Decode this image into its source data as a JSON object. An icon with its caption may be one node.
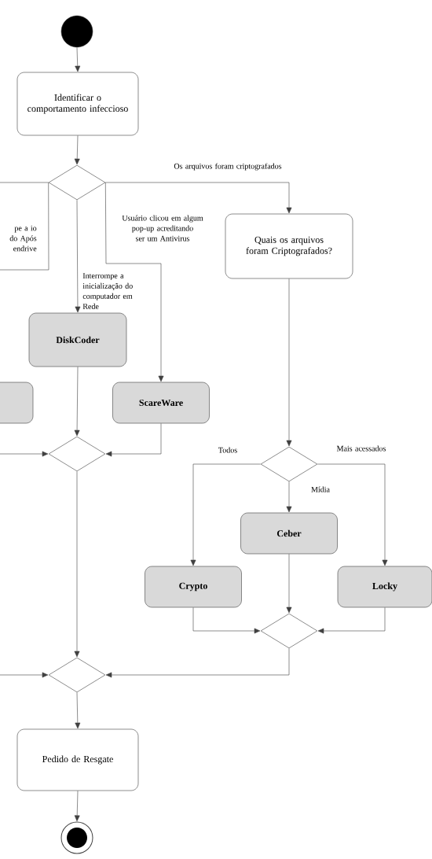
{
  "diagram": {
    "nodes": [
      {
        "text": [],
        "shape": "circle"
      },
      {
        "text": [
          "Identificar o comportamento infeccioso"
        ]
      },
      {
        "text": [],
        "shape": "diamond"
      },
      {
        "text": [
          "Quais os arquivos foram Criptografados?"
        ]
      },
      {
        "text": [
          "DiskCoder"
        ]
      },
      {
        "text": [],
        "shape": "box"
      },
      {
        "text": [
          "ScareWare"
        ]
      },
      {
        "text": [],
        "shape": "diamond"
      },
      {
        "text": [],
        "shape": "diamond"
      },
      {
        "text": [
          "Ceber"
        ]
      },
      {
        "text": [
          "Crypto"
        ]
      },
      {
        "text": [
          "Locky"
        ]
      },
      {
        "text": [],
        "shape": "diamond"
      },
      {
        "text": [],
        "shape": "diamond"
      },
      {
        "text": [
          "Pedido de Resgate"
        ]
      },
      {
        "text": [],
        "shape": "circle"
      }
    ],
    "edges": [
      {
        "from": 0,
        "to": 1,
        "arrow": "to"
      },
      {
        "from": 1,
        "to": 2,
        "arrow": "to"
      },
      {
        "from": 2,
        "to": 3,
        "arrow": "to",
        "label": "Os arquivos foram criptografados"
      },
      {
        "from": 2,
        "to": 4,
        "arrow": "to",
        "label": "Interrompe a inicialização do computador em Rede"
      },
      {
        "from": 2,
        "to": 6,
        "arrow": "to",
        "label": "Usuário clicou em algum pop-up acreditando ser um Antivirus"
      },
      {
        "from": 2,
        "to": null,
        "arrow": "none"
      },
      {
        "from": 2,
        "to": null,
        "arrow": "none",
        "label": "pe a io do Após endrive"
      },
      {
        "from": 4,
        "to": 7,
        "arrow": "to"
      },
      {
        "from": 6,
        "to": 7,
        "arrow": "to"
      },
      {
        "from": null,
        "to": 7,
        "arrow": "to"
      },
      {
        "from": 7,
        "to": 13,
        "arrow": "to"
      },
      {
        "from": 3,
        "to": 8,
        "arrow": "to"
      },
      {
        "from": 8,
        "to": 10,
        "arrow": "to",
        "label": "Todos"
      },
      {
        "from": 8,
        "to": 9,
        "arrow": "to",
        "label": "Mídia"
      },
      {
        "from": 8,
        "to": 11,
        "arrow": "to",
        "label": "Mais acessados"
      },
      {
        "from": 10,
        "to": 12,
        "arrow": "to"
      },
      {
        "from": 9,
        "to": 12,
        "arrow": "to"
      },
      {
        "from": 11,
        "to": 12,
        "arrow": "to"
      },
      {
        "from": 12,
        "to": 13,
        "arrow": "to"
      },
      {
        "from": null,
        "to": 13,
        "arrow": "to"
      },
      {
        "from": 13,
        "to": 14,
        "arrow": "to"
      },
      {
        "from": 14,
        "to": 15,
        "arrow": "to"
      }
    ]
  }
}
